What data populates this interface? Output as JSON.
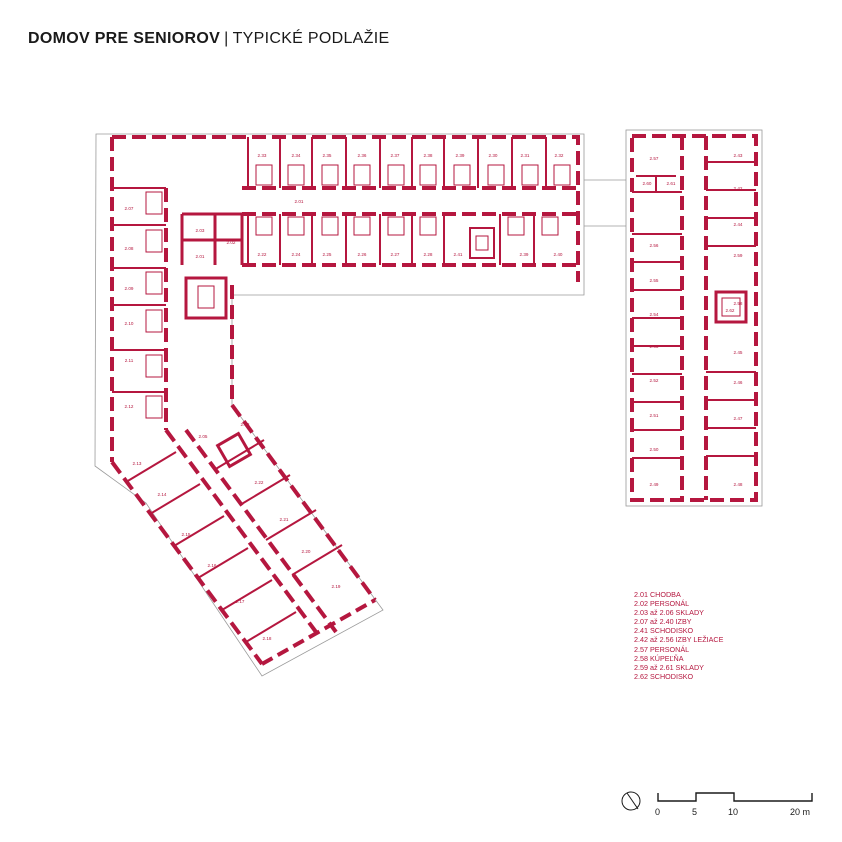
{
  "title": {
    "main": "DOMOV PRE SENIOROV",
    "separator": "|",
    "sub": "TYPICKÉ PODLAŽIE"
  },
  "colors": {
    "wall": "#b5173f",
    "outline": "#9a9a9a",
    "text": "#1a1a1a"
  },
  "legend": [
    "2.01 CHODBA",
    "2.02 PERSONÁL",
    "2.03 až 2.06 SKLADY",
    "2.07 až 2.40 IZBY",
    "2.41 SCHODISKO",
    "2.42 až 2.56 IZBY LEŽIACE",
    "2.57 PERSONÁL",
    "2.58 KÚPEĽŇA",
    "2.59 až 2.61 SKLADY",
    "2.62 SCHODISKO"
  ],
  "rooms": {
    "top_north": [
      "2.33",
      "2.34",
      "2.35",
      "2.36",
      "2.37",
      "2.38",
      "2.39",
      "2.30",
      "2.31",
      "2.32"
    ],
    "top_south": [
      "2.22",
      "2.24",
      "2.25",
      "2.26",
      "2.27",
      "2.28",
      "2.41",
      "2.39",
      "2.40"
    ],
    "corridor": "2.01",
    "stores": [
      "2.03",
      "2.01",
      "2.02"
    ],
    "west": [
      "2.07",
      "2.08",
      "2.09",
      "2.10",
      "2.11",
      "2.12"
    ],
    "diag_outer": [
      "2.13",
      "2.14",
      "2.15",
      "2.16",
      "2.17",
      "2.18"
    ],
    "diag_inner": [
      "2.22",
      "2.21",
      "2.20",
      "2.19"
    ],
    "diag_misc": [
      "2.05",
      "2.18"
    ],
    "east_west": [
      "2.57",
      "2.56",
      "2.55",
      "2.54",
      "2.53",
      "2.52",
      "2.51",
      "2.50",
      "2.49"
    ],
    "east_east": [
      "2.43",
      "2.42",
      "2.44",
      "2.59",
      "2.58",
      "2.45",
      "2.46",
      "2.47",
      "2.48"
    ],
    "east_misc": [
      "2.60",
      "2.61",
      "2.62"
    ]
  },
  "scale": {
    "ticks": [
      "0",
      "5",
      "10",
      "20 m"
    ]
  },
  "north_icon": "north-arrow-icon"
}
